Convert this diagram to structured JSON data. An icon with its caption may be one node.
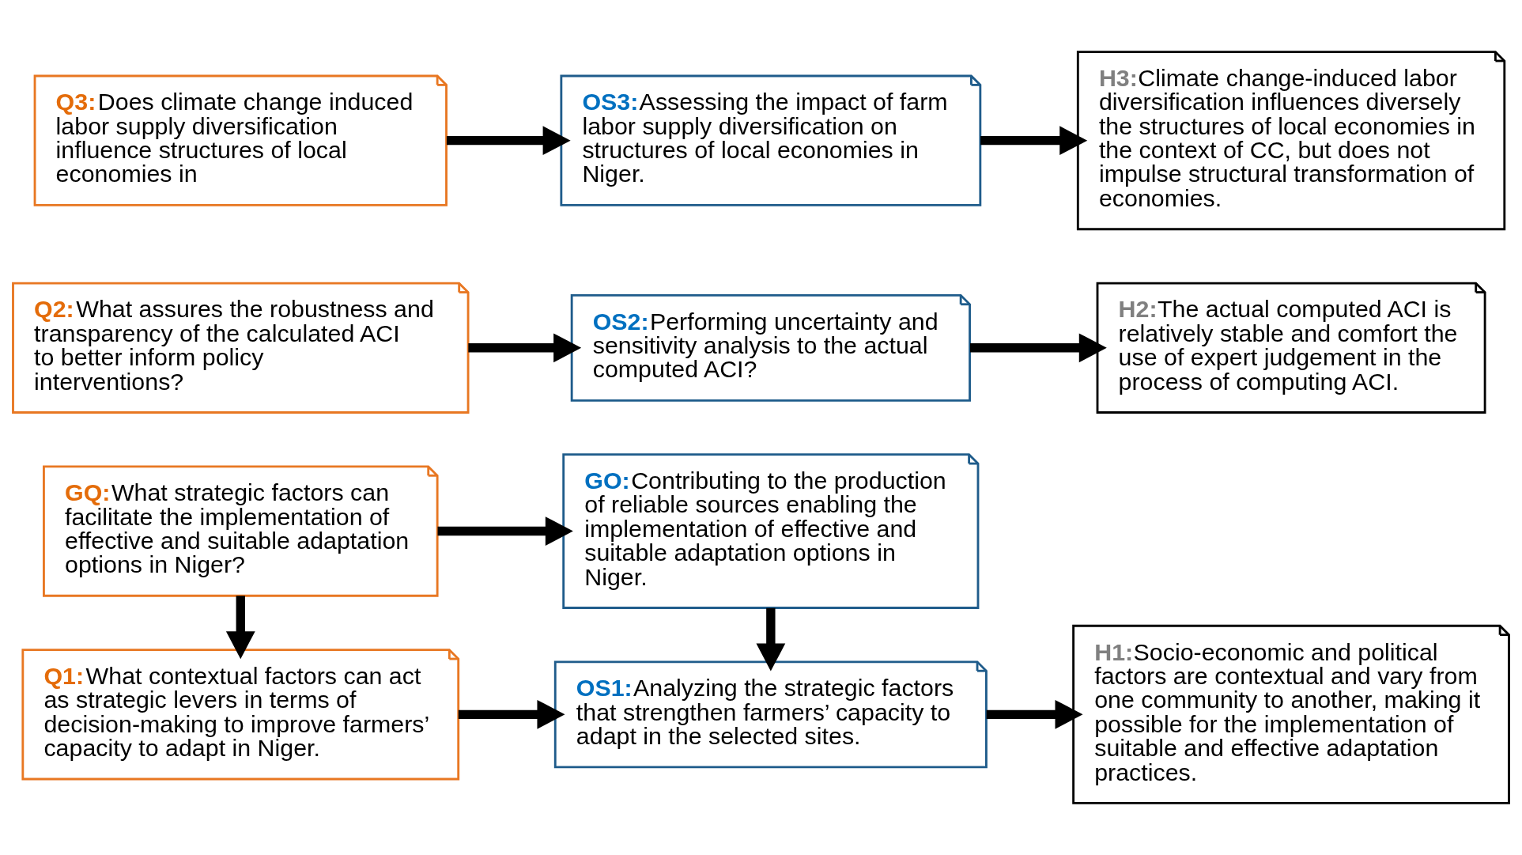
{
  "diagram": {
    "nodes": [
      {
        "text": [
          "GQ:",
          "What strategic factors can facilitate the implementation of effective and suitable adaptation options in Niger?"
        ]
      },
      {
        "text": [
          "GO:",
          "Contributing to the production of reliable sources enabling the implementation of effective and suitable adaptation options in Niger."
        ]
      },
      {
        "text": [
          "Q1:",
          "What contextual factors can act as strategic levers in terms of decision-making to improve farmers’ capacity to adapt in Niger."
        ]
      },
      {
        "text": [
          "OS1:",
          "Analyzing the strategic factors that strengthen farmers’ capacity to adapt in the selected sites."
        ]
      },
      {
        "text": [
          "H1:",
          "Socio-economic and political factors are contextual and vary from one community to another, making it possible for the implementation of suitable and effective adaptation practices."
        ]
      },
      {
        "text": [
          "Q2:",
          "What assures the robustness and transparency of the calculated ACI to better inform policy interventions?"
        ]
      },
      {
        "text": [
          "OS2:",
          "Performing uncertainty and sensitivity analysis to the actual computed ACI?"
        ]
      },
      {
        "text": [
          "H2:",
          "The actual computed ACI is relatively stable and comfort the use of expert judgement in the process of computing ACI."
        ]
      },
      {
        "text": [
          "Q3:",
          "Does climate change induced labor supply diversification influence structures of local economies in"
        ]
      },
      {
        "text": [
          "OS3:",
          "Assessing the impact of farm labor supply diversification on structures of local economies in Niger."
        ]
      },
      {
        "text": [
          "H3:",
          "Climate change-induced labor diversification influences diversely the structures of local economies in the context of CC, but does not impulse structural transformation of economies."
        ]
      }
    ],
    "edges": [
      {
        "from": 0,
        "to": 1,
        "arrow": "to"
      },
      {
        "from": 0,
        "to": 2,
        "arrow": "to"
      },
      {
        "from": 1,
        "to": 3,
        "arrow": "to"
      },
      {
        "from": 2,
        "to": 3,
        "arrow": "to"
      },
      {
        "from": 3,
        "to": 4,
        "arrow": "to"
      },
      {
        "from": 5,
        "to": 6,
        "arrow": "to"
      },
      {
        "from": 6,
        "to": 7,
        "arrow": "to"
      },
      {
        "from": 8,
        "to": 9,
        "arrow": "to"
      },
      {
        "from": 9,
        "to": 10,
        "arrow": "to"
      }
    ]
  }
}
